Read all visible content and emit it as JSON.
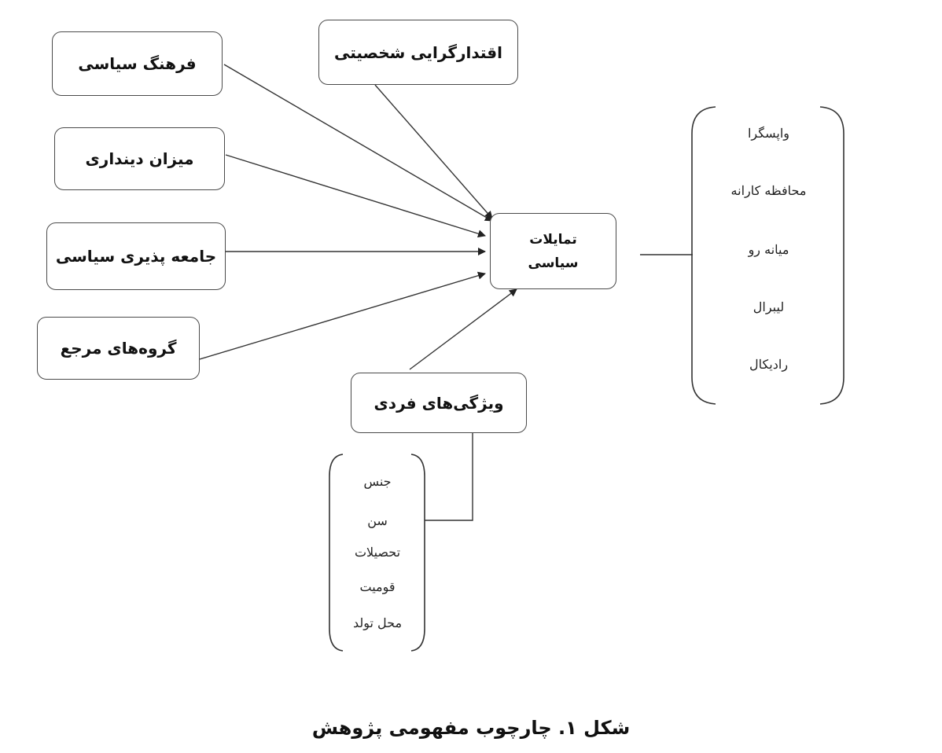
{
  "factors": {
    "political_culture": "فرهنگ سیاسی",
    "personal_authoritarianism": "اقتدارگرایی شخصیتی",
    "religiosity_level": "میزان دینداری",
    "political_socialization": "جامعه پذیری سیاسی",
    "reference_groups": "گروه‌های مرجع",
    "individual_characteristics": "ویژگی‌های فردی"
  },
  "center": {
    "line1": "تمایلات",
    "line2": "سیاسی"
  },
  "orientations": [
    "واپسگرا",
    "محافظه کارانه",
    "میانه رو",
    "لیبرال",
    "رادیکال"
  ],
  "individual_items": [
    "جنس",
    "سن",
    "تحصیلات",
    "قومیت",
    "محل تولد"
  ],
  "caption": "شکل ۱. چارچوب مفهومی پژوهش",
  "colors": {
    "stroke": "#4a4a4a",
    "text": "#111111"
  }
}
